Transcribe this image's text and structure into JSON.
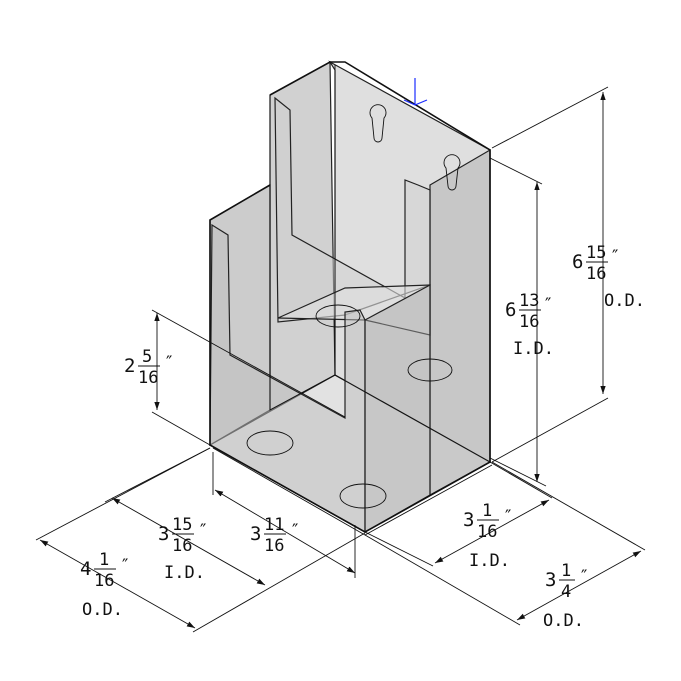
{
  "title": "Acrylic brochure holder dimension drawing",
  "colors": {
    "face": "#bdbdbd",
    "line": "#111111",
    "axis": "#1a2bff"
  },
  "dimensions": [
    {
      "id": "height-od",
      "whole": "6",
      "num": "15",
      "den": "16",
      "unit": "″",
      "note": "O.D."
    },
    {
      "id": "height-id",
      "whole": "6",
      "num": "13",
      "den": "16",
      "unit": "″",
      "note": "I.D."
    },
    {
      "id": "front-pocket-height",
      "whole": "2",
      "num": "5",
      "den": "16",
      "unit": "″",
      "note": ""
    },
    {
      "id": "depth-id",
      "whole": "3",
      "num": "15",
      "den": "16",
      "unit": "″",
      "note": "I.D."
    },
    {
      "id": "depth-inner",
      "whole": "3",
      "num": "11",
      "den": "16",
      "unit": "″",
      "note": ""
    },
    {
      "id": "depth-od",
      "whole": "4",
      "num": "1",
      "den": "16",
      "unit": "″",
      "note": "O.D."
    },
    {
      "id": "width-id",
      "whole": "3",
      "num": "1",
      "den": "16",
      "unit": "″",
      "note": "I.D."
    },
    {
      "id": "width-od",
      "whole": "3",
      "num": "1",
      "den": "4",
      "unit": "″",
      "note": "O.D."
    }
  ]
}
